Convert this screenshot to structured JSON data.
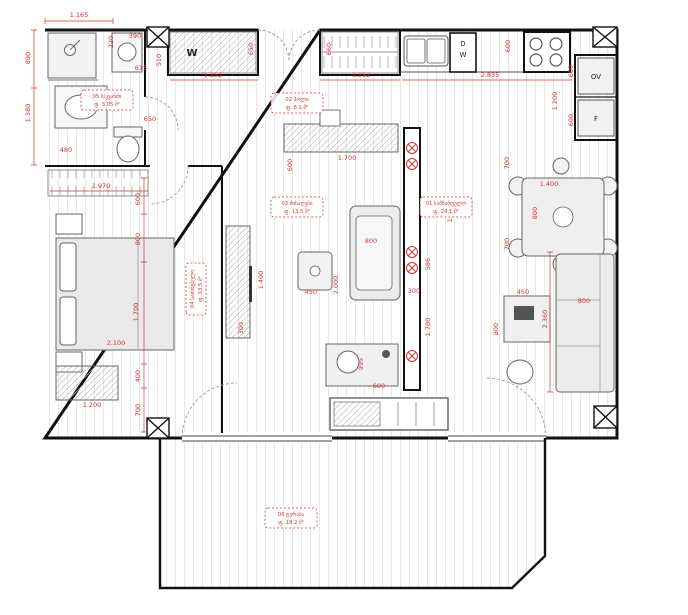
{
  "drawing": {
    "type": "apartment-floor-plan",
    "accent_color": "#d4372c",
    "wall_color": "#111111",
    "furniture_fill": "#ececec",
    "hatch_color": "#e3e3e3"
  },
  "appliances": {
    "wardrobe": "W",
    "dishwasher_d": "D",
    "dishwasher_w": "W",
    "oven": "OV",
    "fridge": "F"
  },
  "dims": [
    "1.165",
    "890",
    "1.380",
    "220",
    "390",
    "615",
    "510",
    "650",
    "480",
    "650",
    "1.252",
    "660",
    "1.252",
    "600",
    "2.835",
    "600",
    "1.200",
    "600",
    "700",
    "1.400",
    "800",
    "700",
    "1.970",
    "600",
    "800",
    "1.700",
    "2.100",
    "400",
    "700",
    "1.200",
    "600",
    "1.700",
    "1.400",
    "300",
    "450",
    "2.000",
    "800",
    "300",
    "995",
    "600",
    "586",
    "1.460",
    "1.700",
    "450",
    "800",
    "2.360",
    "800"
  ],
  "tags": [
    {
      "l1": "05 ს/კვანძი",
      "l2": "ფ. 3.05 მ²"
    },
    {
      "l1": "02 ჰოლი",
      "l2": "ფ. 6.1 მ²"
    },
    {
      "l1": "03 მისაღები",
      "l2": "ფ. 13.5 მ²"
    },
    {
      "l1": "04 საძინებელი",
      "l2": "ფ. 13.5 მ²"
    },
    {
      "l1": "01 სამზარეულო",
      "l2": "ფ. 24.1 მ²"
    },
    {
      "l1": "06 ტერასა",
      "l2": "ფ. 18.2 მ²"
    }
  ]
}
